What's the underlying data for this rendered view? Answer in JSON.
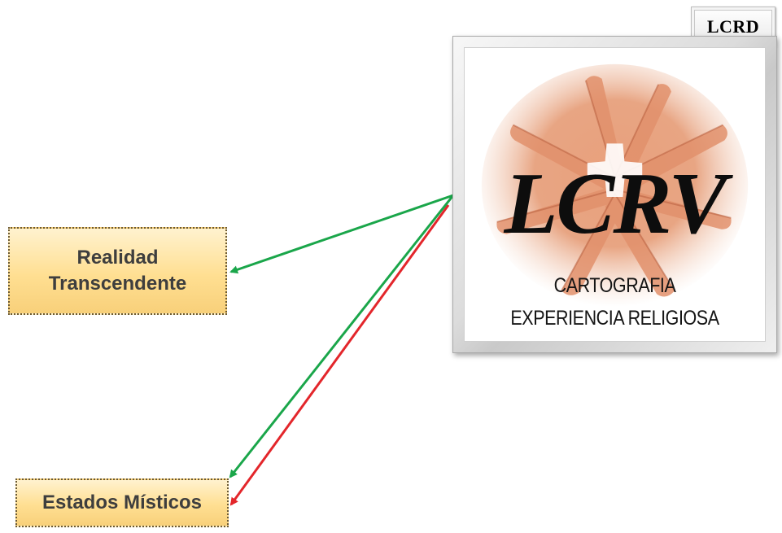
{
  "corner_button": {
    "label": "LCRD"
  },
  "logo": {
    "title": "LCRV",
    "subtitle_line1": "CARTOGRAFIA",
    "subtitle_line2": "EXPERIENCIA RELIGIOSA"
  },
  "nodes": {
    "realidad": {
      "line1": "Realidad",
      "line2": "Transcendente"
    },
    "estados": {
      "label": "Estados Místicos"
    }
  },
  "arrows": {
    "green_color": "#1aa64a",
    "red_color": "#e3262b"
  }
}
